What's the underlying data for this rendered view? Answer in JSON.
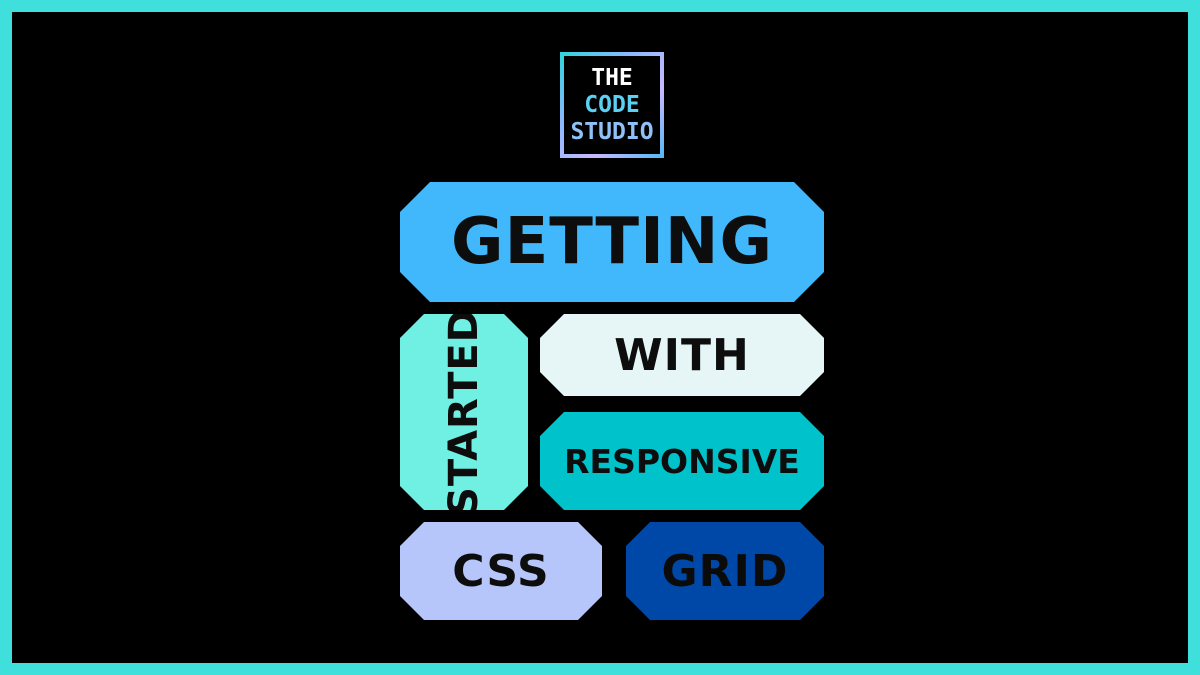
{
  "logo": {
    "line1": "THE",
    "line2": "CODE",
    "line3": "STUDIO"
  },
  "title_tiles": {
    "getting": "GETTING",
    "started": "STARTED",
    "with": "WITH",
    "responsive": "RESPONSIVE",
    "css": "CSS",
    "grid": "GRID"
  },
  "colors": {
    "frame_border": "#3fe0dc",
    "background": "#000000",
    "getting_tile": "#40b8fb",
    "started_tile": "#6ff0e3",
    "with_tile": "#e6f5f5",
    "responsive_tile": "#00c2cb",
    "css_tile": "#b7c6fa",
    "grid_tile": "#0048a8"
  }
}
